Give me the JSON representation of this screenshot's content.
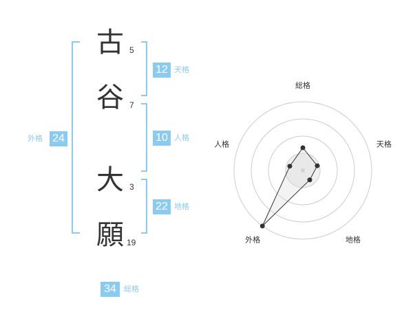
{
  "name": {
    "chars": [
      {
        "char": "古",
        "strokes": "5"
      },
      {
        "char": "谷",
        "strokes": "7"
      },
      {
        "char": "大",
        "strokes": "3"
      },
      {
        "char": "願",
        "strokes": "19"
      }
    ]
  },
  "fortune": {
    "tenkaku": {
      "value": "12",
      "label": "天格"
    },
    "jinkaku": {
      "value": "10",
      "label": "人格"
    },
    "chikaku": {
      "value": "22",
      "label": "地格"
    },
    "gaikaku": {
      "value": "24",
      "label": "外格"
    },
    "soukaku": {
      "value": "34",
      "label": "総格"
    }
  },
  "radar": {
    "axes": [
      "総格",
      "天格",
      "地格",
      "外格",
      "人格"
    ],
    "levels": 4,
    "values": [
      0.33,
      0.22,
      0.17,
      1.0,
      0.2
    ],
    "colors": {
      "ring": "#cccccc",
      "center_fill": "#f0f0f0",
      "point": "#333333",
      "line": "#333333"
    }
  },
  "colors": {
    "accent": "#8ccbf0",
    "text": "#333333"
  }
}
